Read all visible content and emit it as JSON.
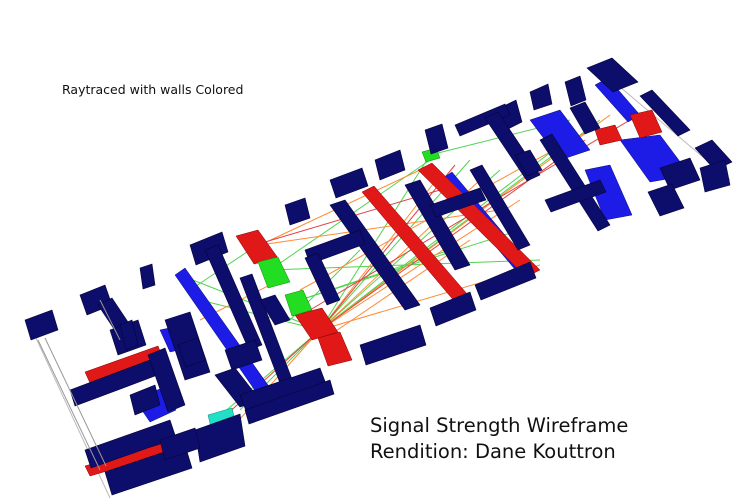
{
  "captions": {
    "top": "Raytraced with walls Colored",
    "title_line1": "Signal Strength Wireframe",
    "title_line2": "Rendition: Dane Kouttron"
  },
  "colors": {
    "background": "#ffffff",
    "wall_dark": "#0d0d6b",
    "wall_blue": "#1c1ce6",
    "wall_red": "#e01818",
    "wall_green": "#22dd22",
    "wall_cyan": "#22e0c8",
    "ray_green": "#33cc33",
    "ray_orange": "#ff7711",
    "ray_red": "#dd2222"
  }
}
